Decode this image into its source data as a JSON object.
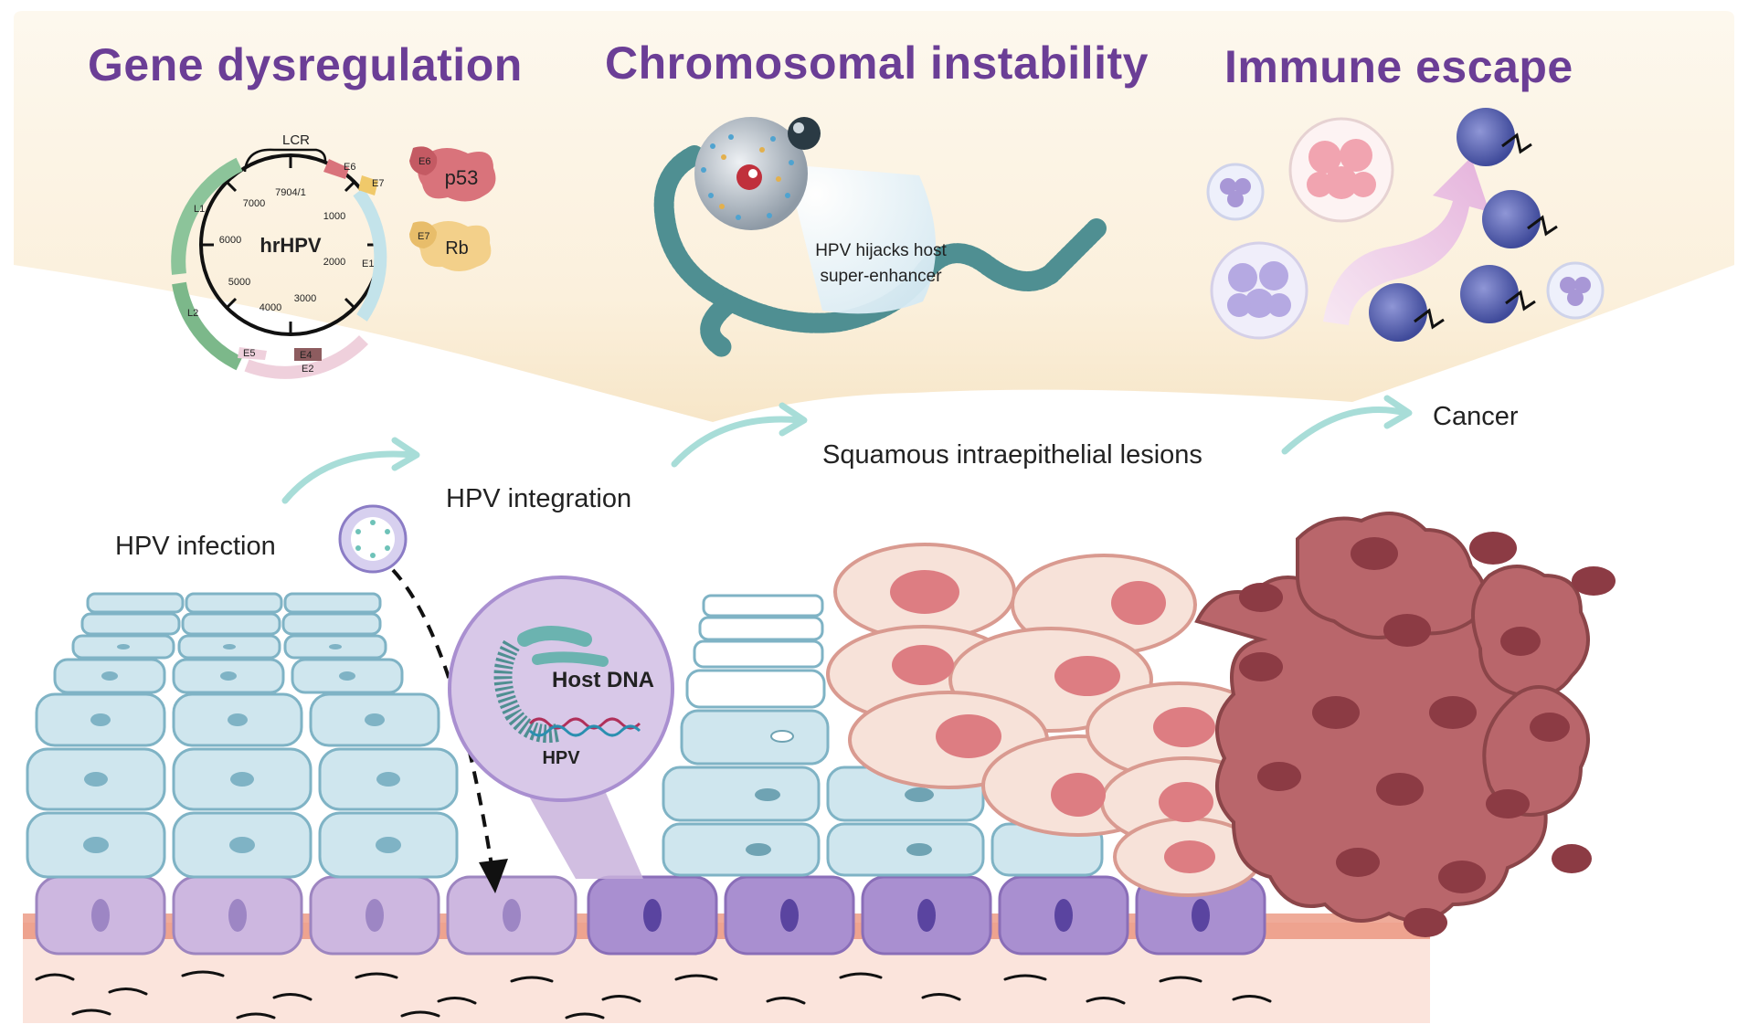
{
  "headings": {
    "gene": "Gene dysregulation",
    "chromosomal": "Chromosomal instability",
    "immune": "Immune escape"
  },
  "genome": {
    "center": "hrHPV",
    "lcr": "LCR",
    "origin": "7904/1",
    "ticks": [
      "1000",
      "2000",
      "3000",
      "4000",
      "5000",
      "6000",
      "7000"
    ],
    "genes": [
      "E6",
      "E7",
      "E1",
      "E2",
      "E4",
      "E5",
      "L1",
      "L2"
    ]
  },
  "interactions": {
    "e6": "E6",
    "p53": "p53",
    "e7": "E7",
    "rb": "Rb"
  },
  "chromosomal_note": {
    "line1": "HPV hijacks host",
    "line2": "super-enhancer"
  },
  "stages": {
    "infection": "HPV infection",
    "integration": "HPV integration",
    "lesions": "Squamous intraepithelial lesions",
    "cancer": "Cancer"
  },
  "inset": {
    "host_dna": "Host DNA",
    "hpv": "HPV"
  },
  "colors": {
    "heading": "#6b3e96",
    "panel_bg": "#fbf3e2",
    "normal_cell": "#cfe6ee",
    "basal_cell": "#c9b3dc",
    "lesion_cell": "#f7e2d9",
    "cancer_cell": "#b9666b",
    "arrow": "#a8ddd8"
  }
}
